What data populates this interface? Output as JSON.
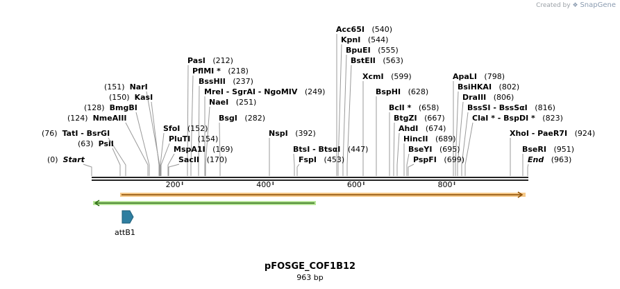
{
  "credit": {
    "prefix": "Created by",
    "brand": "SnapGene"
  },
  "plasmid": {
    "name": "pFOSGE_COF1B12",
    "length_label": "963 bp"
  },
  "ruler": {
    "ticks": [
      "200",
      "400",
      "600",
      "800"
    ]
  },
  "features": {
    "attB1": "attB1"
  },
  "labels": [
    {
      "id": "acc65i",
      "name": "Acc65I",
      "num": "(540)"
    },
    {
      "id": "kpni",
      "name": "KpnI",
      "num": "(544)"
    },
    {
      "id": "bpuei",
      "name": "BpuEI",
      "num": "(555)"
    },
    {
      "id": "bsteii",
      "name": "BstEII",
      "num": "(563)"
    },
    {
      "id": "xcmi",
      "name": "XcmI",
      "num": "(599)"
    },
    {
      "id": "bsphi",
      "name": "BspHI",
      "num": "(628)"
    },
    {
      "id": "bcli",
      "name": "BclI *",
      "num": "(658)"
    },
    {
      "id": "btgzi",
      "name": "BtgZI",
      "num": "(667)"
    },
    {
      "id": "ahdi",
      "name": "AhdI",
      "num": "(674)"
    },
    {
      "id": "hincii",
      "name": "HincII",
      "num": "(689)"
    },
    {
      "id": "bseyi",
      "name": "BseYI",
      "num": "(695)"
    },
    {
      "id": "pspfi",
      "name": "PspFI",
      "num": "(699)"
    },
    {
      "id": "apali",
      "name": "ApaLI",
      "num": "(798)"
    },
    {
      "id": "bsihkai",
      "name": "BsiHKAI",
      "num": "(802)"
    },
    {
      "id": "draiii",
      "name": "DraIII",
      "num": "(806)"
    },
    {
      "id": "bsssi",
      "name": "BssSI  -  BssSαI",
      "num": "(816)"
    },
    {
      "id": "clai",
      "name": "ClaI *  -  BspDI *",
      "num": "(823)"
    },
    {
      "id": "xhoi",
      "name": "XhoI  -  PaeR7I",
      "num": "(924)"
    },
    {
      "id": "bseri",
      "name": "BseRI",
      "num": "(951)"
    },
    {
      "id": "end",
      "name": "End",
      "num": "(963)"
    },
    {
      "id": "pasi",
      "name": "PasI",
      "num": "(212)"
    },
    {
      "id": "pflmi",
      "name": "PflMI *",
      "num": "(218)"
    },
    {
      "id": "psshii",
      "name": "BssHII",
      "num": "(237)"
    },
    {
      "id": "mrei",
      "name": "MreI  -  SgrAI  -  NgoMIV",
      "num": "(249)"
    },
    {
      "id": "naei",
      "name": "NaeI",
      "num": "(251)"
    },
    {
      "id": "bsgi",
      "name": "BsgI",
      "num": "(282)"
    },
    {
      "id": "nspi",
      "name": "NspI",
      "num": "(392)"
    },
    {
      "id": "btsi",
      "name": "BtsI  -  BtsαI",
      "num": "(447)"
    },
    {
      "id": "fspi",
      "name": "FspI",
      "num": "(453)"
    },
    {
      "id": "nari",
      "name": "NarI",
      "num": "(151)"
    },
    {
      "id": "kasi",
      "name": "KasI",
      "num": "(150)"
    },
    {
      "id": "bmgbi",
      "name": "BmgBI",
      "num": "(128)"
    },
    {
      "id": "nmeaiii",
      "name": "NmeAIII",
      "num": "(124)"
    },
    {
      "id": "sfoi",
      "name": "SfoI",
      "num": "(152)"
    },
    {
      "id": "pluti",
      "name": "PluTI",
      "num": "(154)"
    },
    {
      "id": "mspa1i",
      "name": "MspA1I",
      "num": "(169)"
    },
    {
      "id": "sacii",
      "name": "SacII",
      "num": "(170)"
    },
    {
      "id": "tati",
      "name": "TatI  -  BsrGI",
      "num": "(76)"
    },
    {
      "id": "psii",
      "name": "PsiI",
      "num": "(63)"
    },
    {
      "id": "start",
      "name": "Start",
      "num": "(0)"
    }
  ]
}
